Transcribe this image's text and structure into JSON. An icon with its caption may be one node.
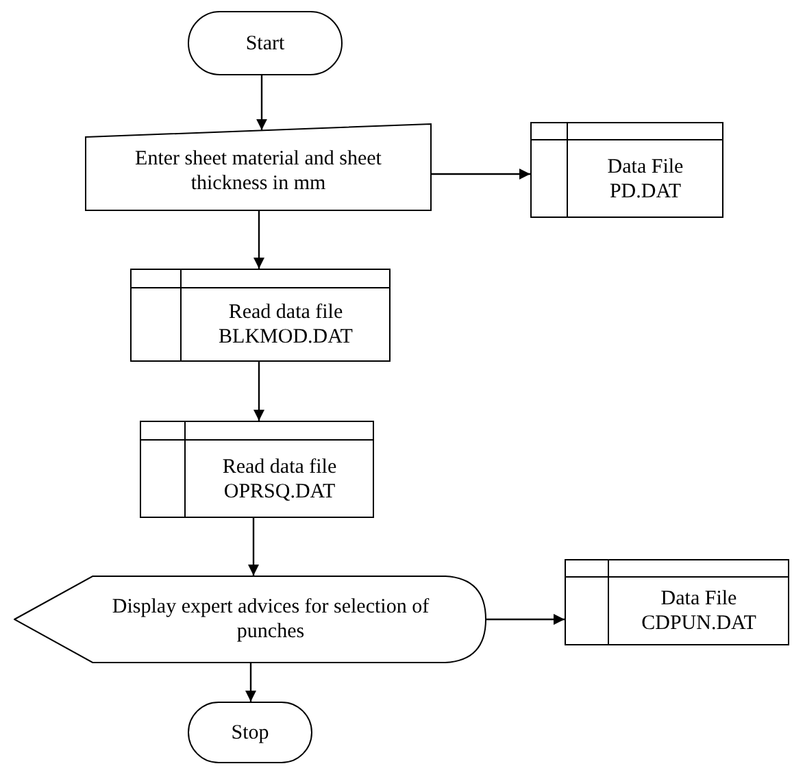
{
  "diagram": {
    "nodes": [
      {
        "text": [
          "Start"
        ]
      },
      {
        "text": [
          "Enter sheet material and sheet thickness in mm"
        ]
      },
      {
        "text": [
          "Data File PD.DAT"
        ]
      },
      {
        "text": [
          "Read data file BLKMOD.DAT"
        ]
      },
      {
        "text": [
          "Read data file OPRSQ.DAT"
        ]
      },
      {
        "text": [
          "Display expert advices for selection of punches"
        ]
      },
      {
        "text": [
          "Data File CDPUN.DAT"
        ]
      },
      {
        "text": [
          "Stop"
        ]
      }
    ],
    "edges": [
      {
        "from": 0,
        "to": 1,
        "arrow": "to"
      },
      {
        "from": 1,
        "to": 2,
        "arrow": "to"
      },
      {
        "from": 1,
        "to": 3,
        "arrow": "to"
      },
      {
        "from": 3,
        "to": 4,
        "arrow": "to"
      },
      {
        "from": 4,
        "to": 5,
        "arrow": "to"
      },
      {
        "from": 5,
        "to": 6,
        "arrow": "to"
      },
      {
        "from": 5,
        "to": 7,
        "arrow": "to"
      }
    ]
  }
}
